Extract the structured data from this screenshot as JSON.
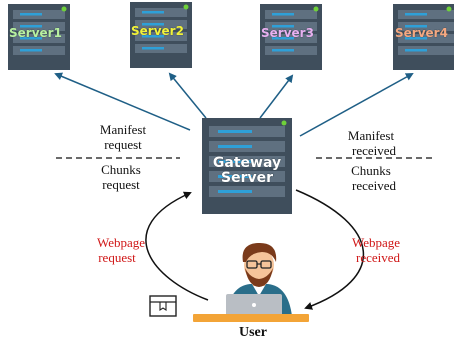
{
  "servers": [
    {
      "label": "Server1",
      "color": "#b8f0a0"
    },
    {
      "label": "Server2",
      "color": "#f2f23a"
    },
    {
      "label": "Server3",
      "color": "#e8b0f0"
    },
    {
      "label": "Server4",
      "color": "#f5a880"
    }
  ],
  "gateway": {
    "line1": "Gateway",
    "line2": "Server"
  },
  "left_notes": {
    "top": [
      "Manifest",
      "request"
    ],
    "bottom": [
      "Chunks",
      "request"
    ]
  },
  "right_notes": {
    "top": [
      "Manifest",
      "received"
    ],
    "bottom": [
      "Chunks",
      "received"
    ]
  },
  "webpage_request": [
    "Webpage",
    "request"
  ],
  "webpage_received": [
    "Webpage",
    "received"
  ],
  "user_label": "User",
  "colors": {
    "server_body": "#3f4e5c",
    "server_slot": "#5f7080",
    "server_led": "#2ea0d8",
    "arrow": "#1f5f86",
    "curve": "#111111",
    "red_text": "#d01818",
    "desk": "#f3a437"
  }
}
